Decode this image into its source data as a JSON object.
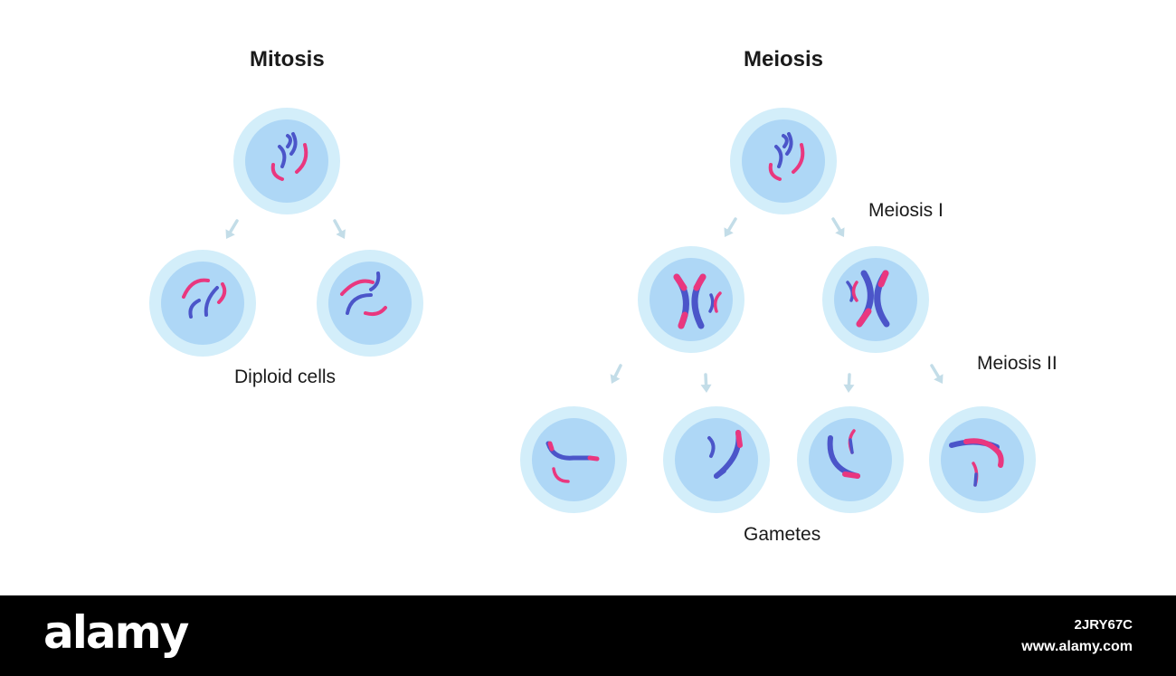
{
  "titles": {
    "mitosis": "Mitosis",
    "meiosis": "Meiosis"
  },
  "labels": {
    "diploid_cells": "Diploid cells",
    "meiosis_1": "Meiosis I",
    "meiosis_2": "Meiosis II",
    "gametes": "Gametes"
  },
  "footer": {
    "brand": "alamy",
    "image_id": "2JRY67C",
    "url": "www.alamy.com"
  },
  "colors": {
    "cell_outer": "#d3eefa",
    "cell_inner": "#aed7f6",
    "chromosome_blue": "#4b55c9",
    "chromosome_pink": "#e9377f",
    "arrow": "#c3dde8"
  }
}
